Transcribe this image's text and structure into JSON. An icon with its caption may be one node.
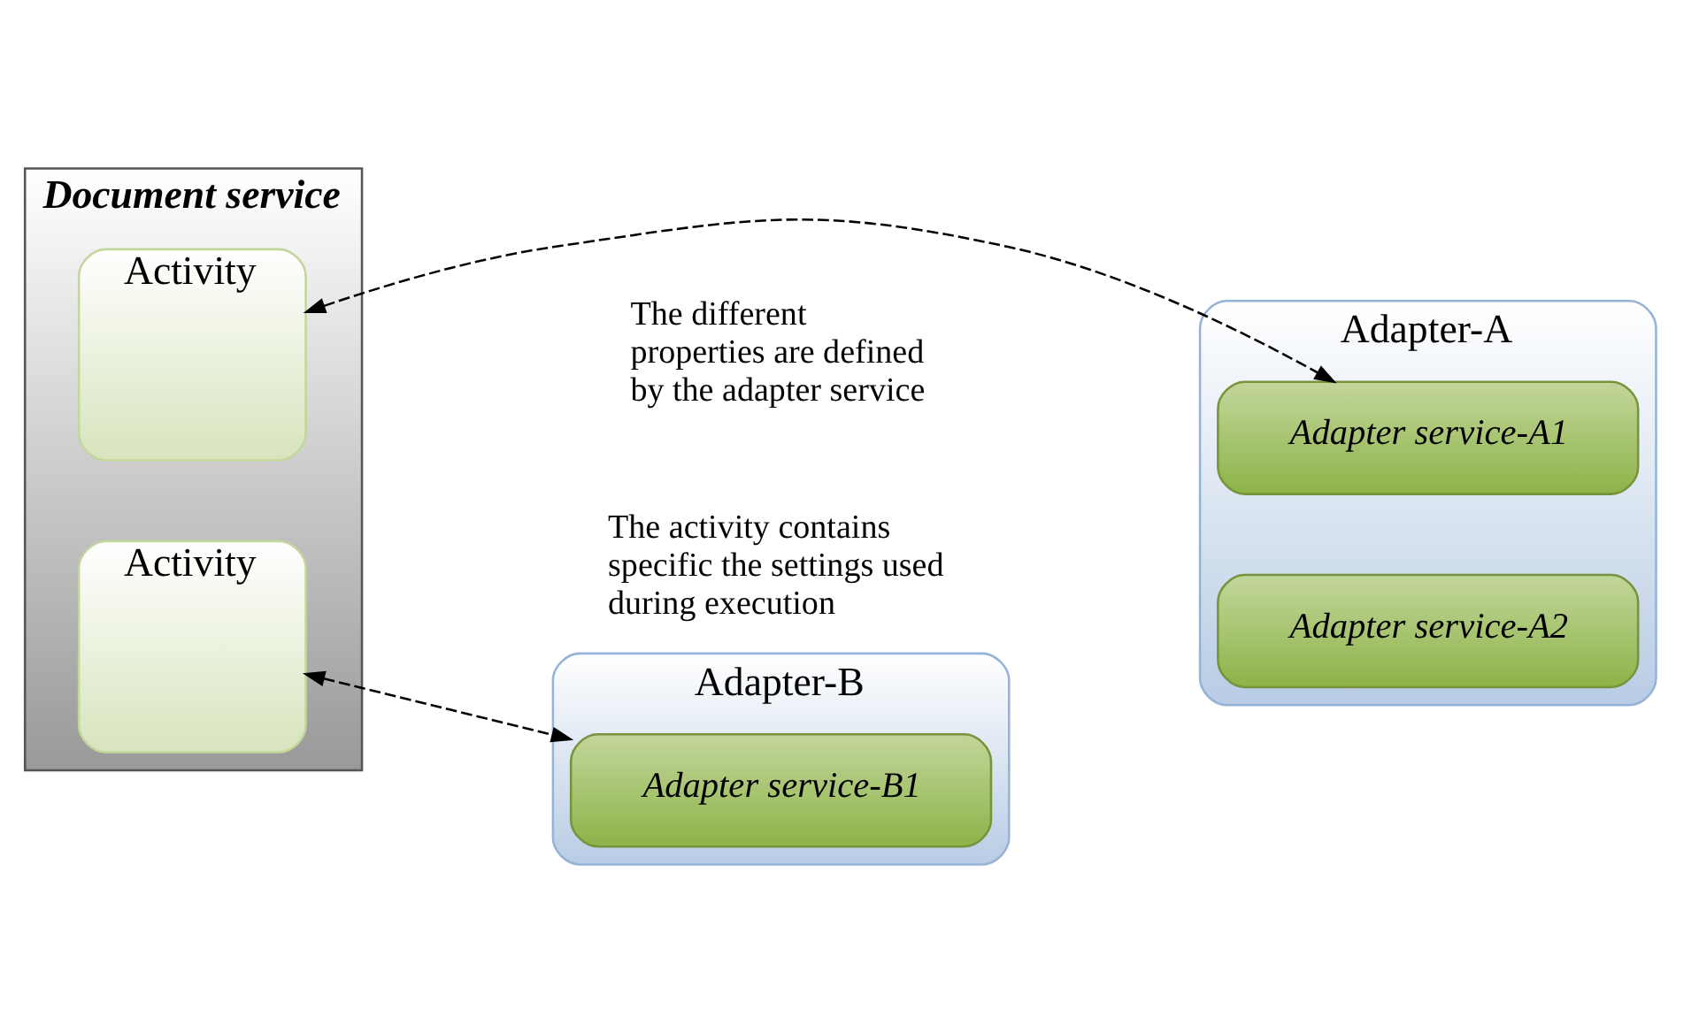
{
  "diagram": {
    "nodes": [
      {
        "text": [
          "Document service"
        ]
      },
      {
        "text": [
          "Activity"
        ],
        "in": 0
      },
      {
        "text": [
          "Activity"
        ],
        "in": 0
      },
      {
        "text": [
          "Adapter-A"
        ]
      },
      {
        "text": [
          "Adapter service-A1"
        ],
        "in": 3
      },
      {
        "text": [
          "Adapter service-A2"
        ],
        "in": 3
      },
      {
        "text": [
          "Adapter-B"
        ]
      },
      {
        "text": [
          "Adapter service-B1"
        ],
        "in": 6
      }
    ],
    "edges": [
      {
        "from": 1,
        "to": 4,
        "arrow": "both",
        "style": "dashed"
      },
      {
        "from": 2,
        "to": 7,
        "arrow": "both",
        "style": "dashed"
      }
    ],
    "labels": [
      "The different properties are defined by the adapter service",
      "The activity contains specific the settings used during execution"
    ]
  }
}
